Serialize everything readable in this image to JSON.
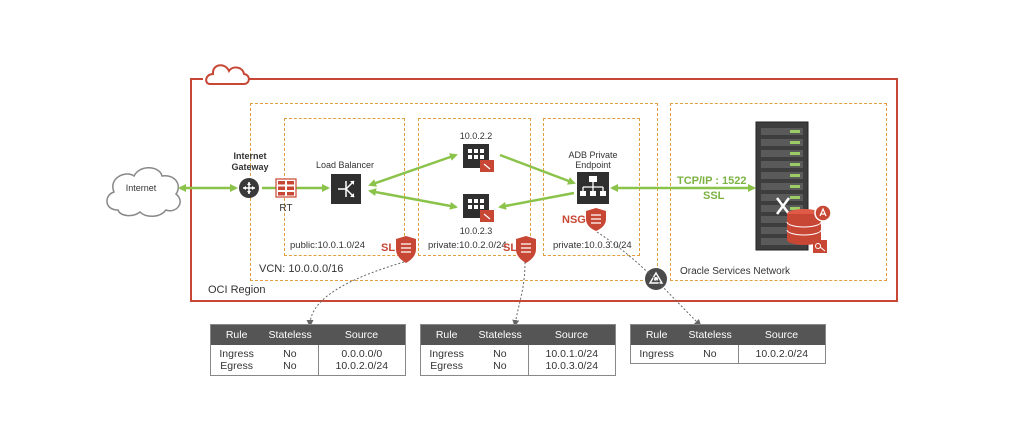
{
  "internet": {
    "label": "Internet"
  },
  "internet_gateway": {
    "label_line1": "Internet",
    "label_line2": "Gateway"
  },
  "route_table": {
    "label": "RT"
  },
  "load_balancer": {
    "label": "Load Balancer"
  },
  "subnets": {
    "public": {
      "label": "public:10.0.1.0/24"
    },
    "private_app": {
      "label": "private:10.0.2.0/24"
    },
    "private_db": {
      "label": "private:10.0.3.0/24"
    }
  },
  "security_list_label": "SL",
  "nsg_label": "NSG",
  "vm1": {
    "ip": "10.0.2.2"
  },
  "vm2": {
    "ip": "10.0.2.3"
  },
  "adb_endpoint": {
    "label_line1": "ADB Private",
    "label_line2": "Endpoint"
  },
  "connection": {
    "protocol": "TCP/IP : 1522",
    "encryption": "SSL"
  },
  "vcn": {
    "label": "VCN: 10.0.0.0/16"
  },
  "region": {
    "label": "OCI Region"
  },
  "oracle_services": {
    "label": "Oracle Services Network"
  },
  "tables": {
    "headers": [
      "Rule",
      "Stateless",
      "Source"
    ],
    "public_sl": {
      "rows": [
        {
          "rule": "Ingress",
          "stateless": "No",
          "source": "0.0.0.0/0"
        },
        {
          "rule": "Egress",
          "stateless": "No",
          "source": "10.0.2.0/24"
        }
      ]
    },
    "private_sl": {
      "rows": [
        {
          "rule": "Ingress",
          "stateless": "No",
          "source": "10.0.1.0/24"
        },
        {
          "rule": "Egress",
          "stateless": "No",
          "source": "10.0.3.0/24"
        }
      ]
    },
    "nsg": {
      "rows": [
        {
          "rule": "Ingress",
          "stateless": "No",
          "source": "10.0.2.0/24"
        }
      ]
    }
  },
  "colors": {
    "oracle_red": "#c74634",
    "link_green": "#8bc34a",
    "subnet_dash": "#e0a040",
    "icon_dark": "#2f2f2f"
  }
}
